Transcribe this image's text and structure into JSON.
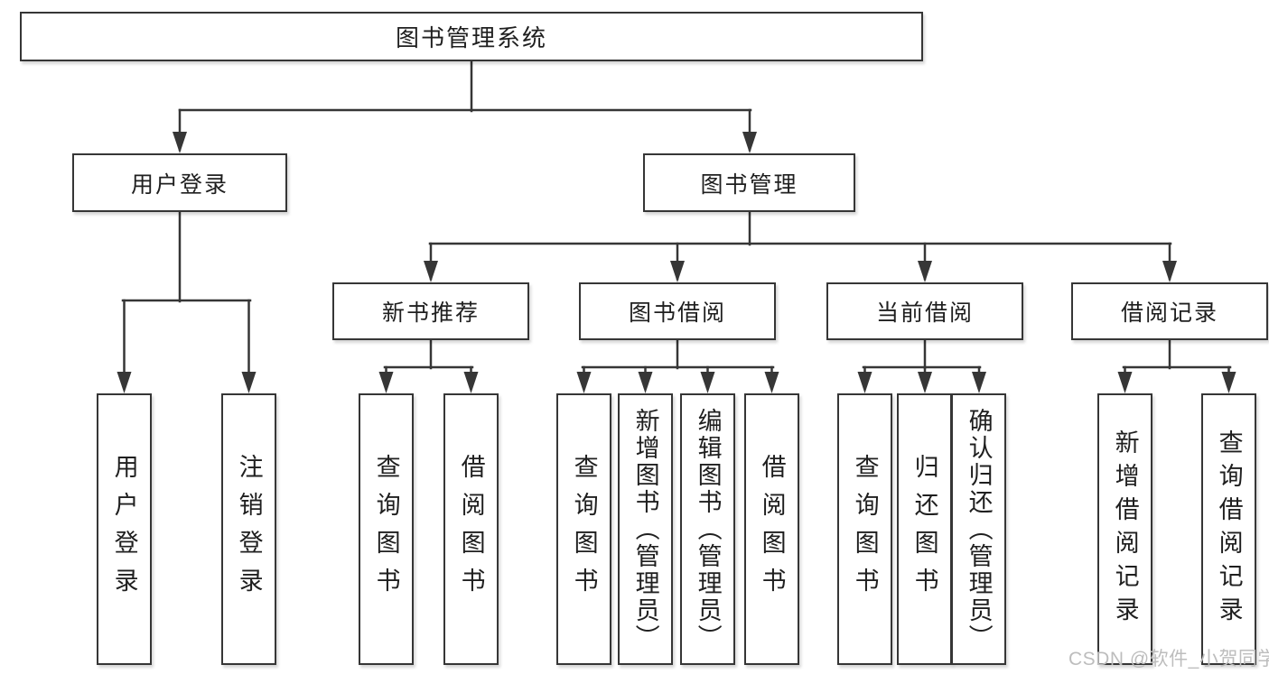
{
  "tree": {
    "label": "图书管理系统",
    "children": [
      {
        "label": "用户登录",
        "children": [
          {
            "label": "用户登录"
          },
          {
            "label": "注销登录"
          }
        ]
      },
      {
        "label": "图书管理",
        "children": [
          {
            "label": "新书推荐",
            "children": [
              {
                "label": "查询图书"
              },
              {
                "label": "借阅图书"
              }
            ]
          },
          {
            "label": "图书借阅",
            "children": [
              {
                "label": "查询图书"
              },
              {
                "label": "新增图书（管理员）"
              },
              {
                "label": "编辑图书（管理员）"
              },
              {
                "label": "借阅图书"
              }
            ]
          },
          {
            "label": "当前借阅",
            "children": [
              {
                "label": "查询图书"
              },
              {
                "label": "归还图书"
              },
              {
                "label": "确认归还（管理员）"
              }
            ]
          },
          {
            "label": "借阅记录",
            "children": [
              {
                "label": "新增借阅记录"
              },
              {
                "label": "查询借阅记录"
              }
            ]
          }
        ]
      }
    ]
  },
  "watermark": "CSDN @软件_小贺同学",
  "colors": {
    "line": "#363636",
    "border": "#363636",
    "text": "#1f1f1f",
    "background": "#ffffff",
    "watermark": "#bdbdbd"
  }
}
